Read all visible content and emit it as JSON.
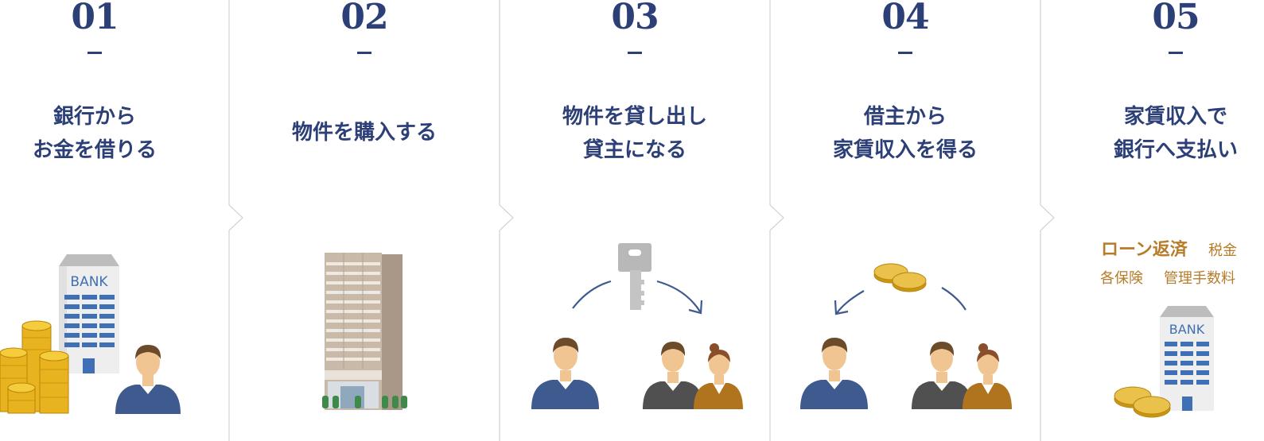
{
  "steps": [
    {
      "number": "01",
      "title_lines": [
        "銀行から",
        "お金を借りる"
      ],
      "icon": "bank-money-icon"
    },
    {
      "number": "02",
      "title_lines": [
        "物件を購入する"
      ],
      "icon": "building-icon"
    },
    {
      "number": "03",
      "title_lines": [
        "物件を貸し出し",
        "貸主になる"
      ],
      "icon": "key-tenants-icon"
    },
    {
      "number": "04",
      "title_lines": [
        "借主から",
        "家賃収入を得る"
      ],
      "icon": "rent-income-icon"
    },
    {
      "number": "05",
      "title_lines": [
        "家賃収入で",
        "銀行へ支払い"
      ],
      "icon": "bank-payment-icon"
    }
  ],
  "bank_label": "BANK",
  "step5_costs": {
    "main": "ローン返済",
    "tax": "税金",
    "insurance": "各保険",
    "management": "管理手数料"
  },
  "colors": {
    "navy": "#2c3f77",
    "orange": "#b67c29",
    "divider": "#d0d0d0",
    "person_blue": "#3e5a8f",
    "person_gray": "#505050",
    "person_brown": "#b0741e",
    "gold": "#e8b31e"
  }
}
